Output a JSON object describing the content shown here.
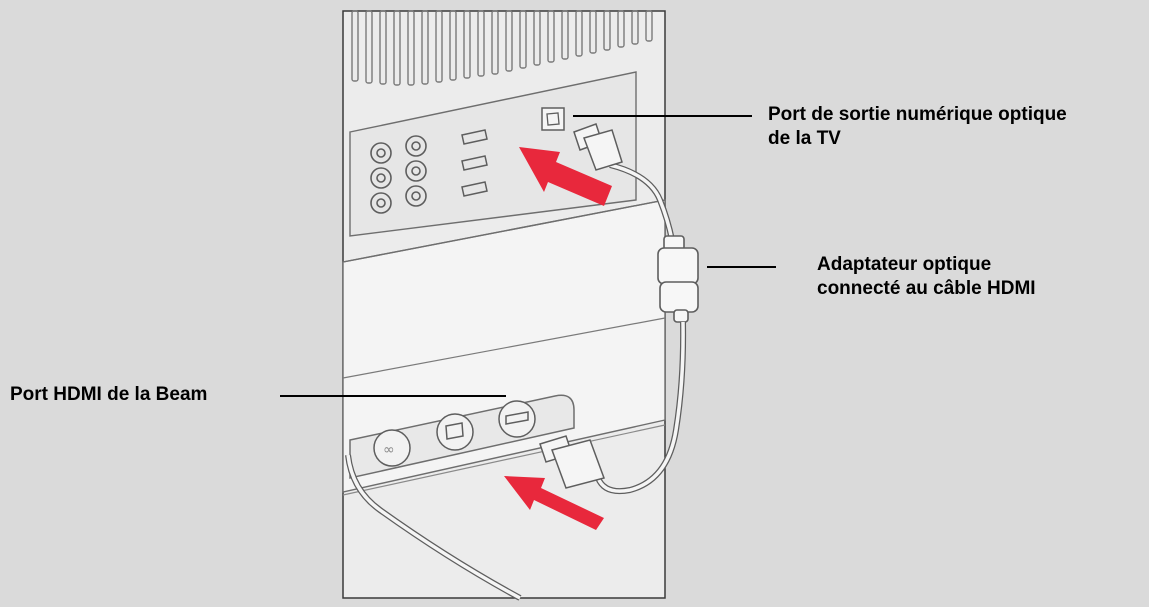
{
  "labels": {
    "tv_port": {
      "line1": "Port de sortie numérique optique",
      "line2": "de la TV"
    },
    "adapter": {
      "line1": "Adaptateur optique",
      "line2": "connecté au câble HDMI"
    },
    "beam_port": {
      "line1": "Port HDMI de la Beam"
    }
  },
  "colors": {
    "background": "#dadada",
    "panel": "#f2f2f2",
    "line": "#6e6e6e",
    "arrow": "#e8283c",
    "text": "#000000"
  }
}
